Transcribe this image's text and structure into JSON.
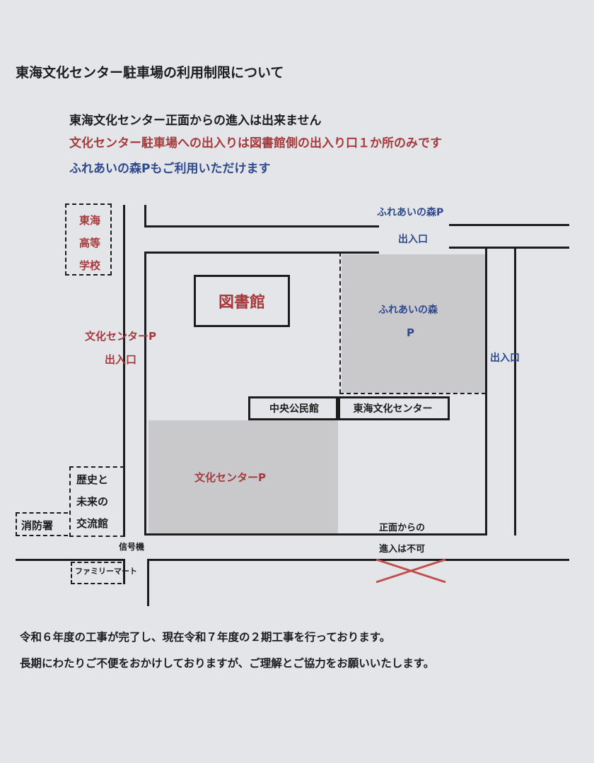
{
  "title": "東海文化センター駐車場の利用制限について",
  "notices": [
    "東海文化センター正面からの進入は出来ません",
    "文化センター駐車場への出入りは図書館側の出入り口１か所のみです",
    "ふれあいの森Pもご利用いただけます"
  ],
  "map": {
    "school": [
      "東海",
      "高等",
      "学校"
    ],
    "library": "図書館",
    "fureai_p_entrance": "ふれあいの森P",
    "entrance": "出入口",
    "fureai_forest": "ふれあいの森",
    "p": "P",
    "bunka_p_entrance": "文化センターP",
    "right_entrance": "出入口",
    "community_hall": "中央公民館",
    "tokai_center": "東海文化センター",
    "bunka_p": "文化センターP",
    "history_center": [
      "歴史と",
      "未来の",
      "交流館"
    ],
    "fire_station": "消防署",
    "signal": "信号機",
    "familymart": "ファミリーマート",
    "no_entry": [
      "正面からの",
      "進入は不可"
    ]
  },
  "footer": [
    "令和６年度の工事が完了し、現在令和７年度の２期工事を行っております。",
    "長期にわたりご不便をおかけしておりますが、ご理解とご協力をお願いいたします。"
  ],
  "colors": {
    "red": "#a53a3c",
    "blue": "#2f4a8c"
  }
}
